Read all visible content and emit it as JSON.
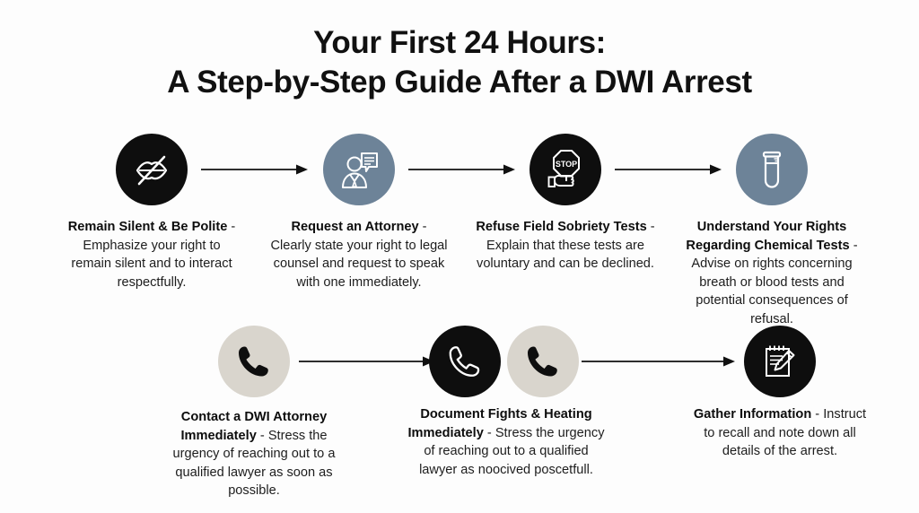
{
  "page": {
    "background_color": "#fdfdfd",
    "text_color": "#1d1d1d"
  },
  "title": {
    "line1": "Your First 24 Hours:",
    "line2": "A Step-by-Step Guide After a DWI Arrest"
  },
  "palette": {
    "black": "#0e0e0e",
    "slate_blue": "#6d8398",
    "beige": "#d9d5cd",
    "arrow": "#111111",
    "icon_stroke": "#ffffff"
  },
  "steps": [
    {
      "id": "remain-silent",
      "icon": "silent-lips-icon",
      "circle_color": "#0e0e0e",
      "heading": "Remain Silent & Be Polite",
      "separator": " - ",
      "body": "Emphasize your right to remain silent and to interact respectfully."
    },
    {
      "id": "request-attorney",
      "icon": "attorney-speech-icon",
      "circle_color": "#6d8398",
      "heading": "Request an Attorney",
      "separator": " - ",
      "body": "Clearly state your right to legal counsel and request to speak with one immediately."
    },
    {
      "id": "refuse-sobriety-tests",
      "icon": "hand-stop-sign-icon",
      "circle_color": "#0e0e0e",
      "heading": "Refuse Field Sobriety Tests",
      "separator": " - ",
      "body": "Explain that these tests are voluntary and can be declined."
    },
    {
      "id": "understand-chemical-tests",
      "icon": "test-tube-icon",
      "circle_color": "#6d8398",
      "heading": "Understand Your Rights Regarding Chemical Tests",
      "separator": " ",
      "body": "- Advise on rights concerning breath or blood tests and potential consequences of refusal."
    },
    {
      "id": "contact-dwi-attorney",
      "icon": "phone-solid-icon",
      "circle_color": "#d9d5cd",
      "heading": "Contact a DWI Attorney Immediately",
      "separator": " - ",
      "body": "Stress the urgency of reaching out to a qualified lawyer as soon as possible."
    },
    {
      "id": "document-fights-heating",
      "icon": "phone-outline-icon",
      "icon_secondary": "phone-solid-icon",
      "circle_color": "#0e0e0e",
      "circle_color_secondary": "#d9d5cd",
      "heading": "Document Fights & Heating Immediately",
      "separator": " - ",
      "body": "Stress the urgency of reaching out to a qualified lawyer as noocived poscetfull."
    },
    {
      "id": "gather-information",
      "icon": "notepad-pencil-icon",
      "circle_color": "#0e0e0e",
      "heading": "Gather Information",
      "separator": " - ",
      "body": "Instruct to recall and note down all details of the arrest."
    }
  ],
  "arrows": [
    {
      "id": "arrow-1",
      "from": "remain-silent",
      "to": "request-attorney"
    },
    {
      "id": "arrow-2",
      "from": "request-attorney",
      "to": "refuse-sobriety-tests"
    },
    {
      "id": "arrow-3",
      "from": "refuse-sobriety-tests",
      "to": "understand-chemical-tests"
    },
    {
      "id": "arrow-4",
      "from": "contact-dwi-attorney",
      "to": "document-fights-heating"
    },
    {
      "id": "arrow-5",
      "from": "document-fights-heating",
      "to": "gather-information"
    }
  ]
}
